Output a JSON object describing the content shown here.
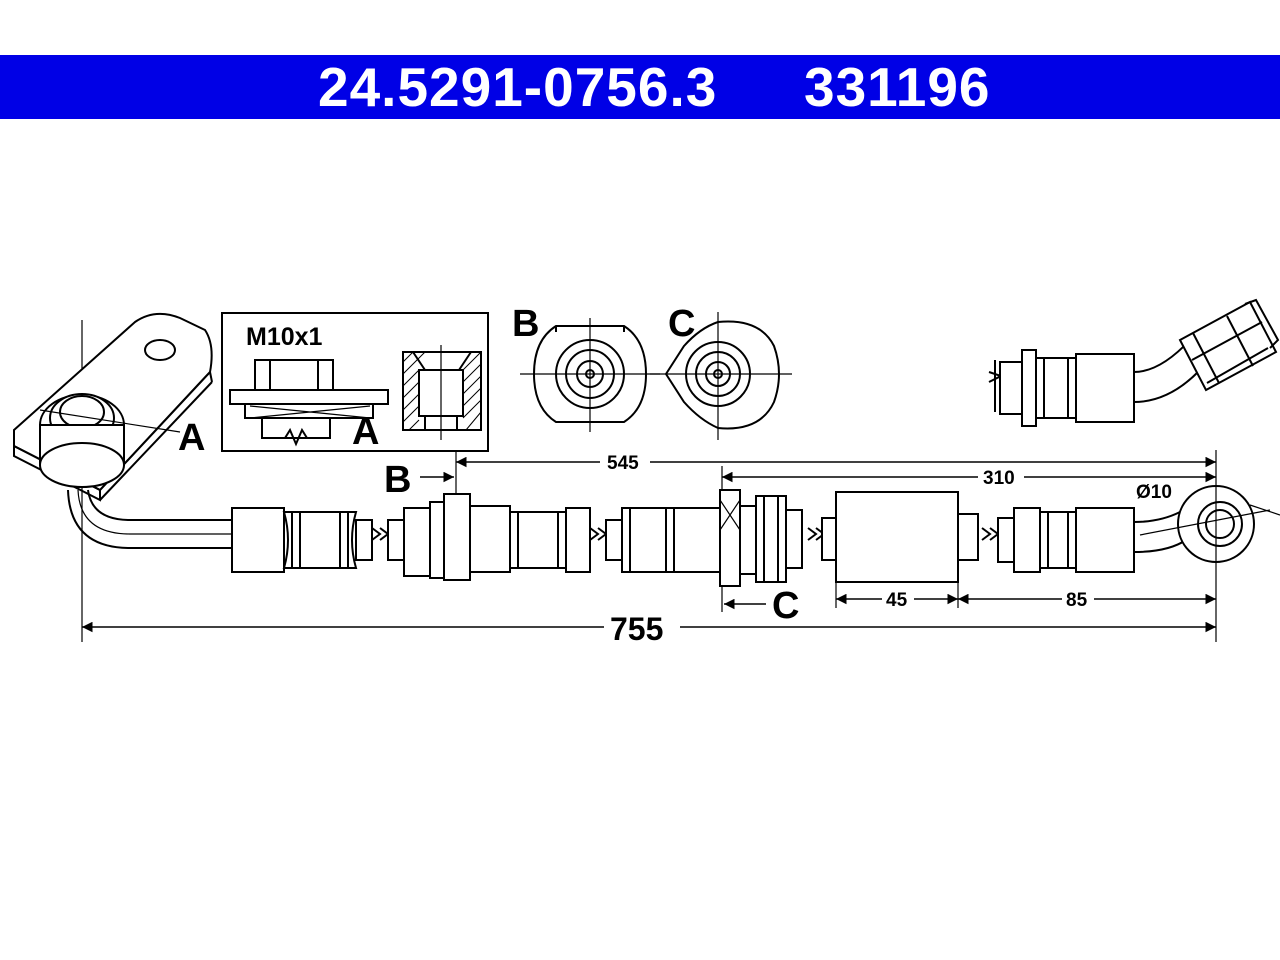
{
  "header": {
    "part_number": "24.5291-0756.3",
    "reference_number": "331196",
    "bar_color": "#0000e6",
    "text_color": "#ffffff"
  },
  "labels": {
    "detail_a": "A",
    "detail_a_inset": "A",
    "detail_b": "B",
    "detail_c": "C",
    "marker_b": "B",
    "marker_c": "C",
    "thread": "M10x1"
  },
  "dimensions": {
    "total_length": "755",
    "b_to_end": "545",
    "c_to_end": "310",
    "sleeve_length": "45",
    "sleeve_to_end": "85",
    "eye_diameter": "Ø10"
  }
}
